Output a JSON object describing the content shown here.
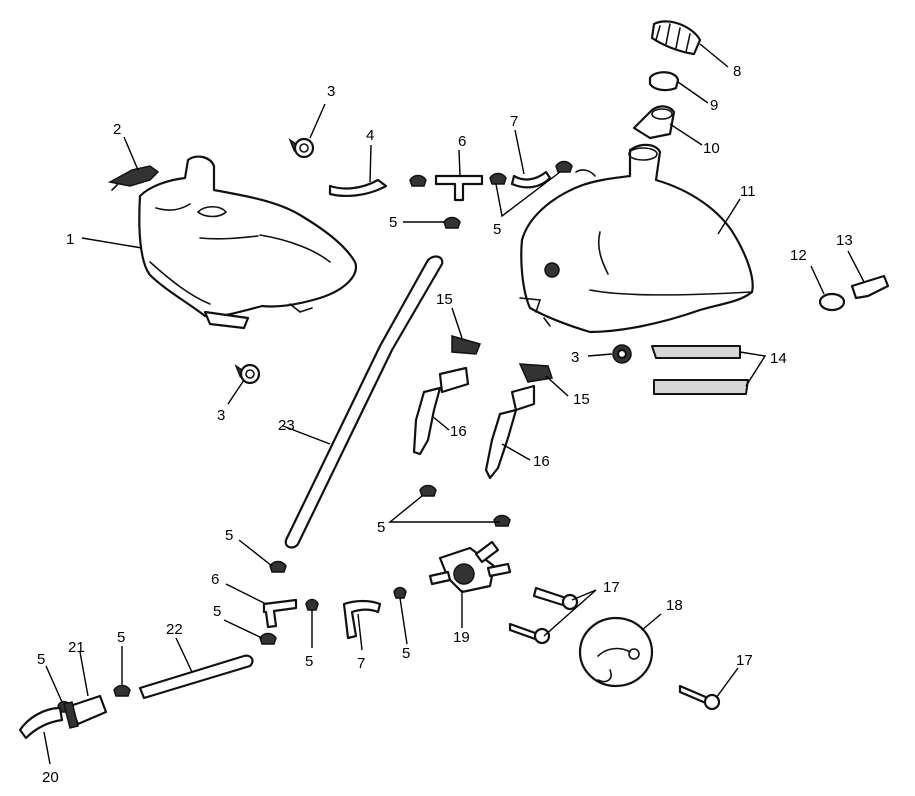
{
  "callouts": [
    {
      "id": "c1",
      "text": "1"
    },
    {
      "id": "c2",
      "text": "2"
    },
    {
      "id": "c3a",
      "text": "3"
    },
    {
      "id": "c3b",
      "text": "3"
    },
    {
      "id": "c3c",
      "text": "3"
    },
    {
      "id": "c4",
      "text": "4"
    },
    {
      "id": "c5a",
      "text": "5"
    },
    {
      "id": "c5b",
      "text": "5"
    },
    {
      "id": "c5c",
      "text": "5"
    },
    {
      "id": "c5d",
      "text": "5"
    },
    {
      "id": "c5e",
      "text": "5"
    },
    {
      "id": "c5f",
      "text": "5"
    },
    {
      "id": "c5g",
      "text": "5"
    },
    {
      "id": "c5h",
      "text": "5"
    },
    {
      "id": "c5i",
      "text": "5"
    },
    {
      "id": "c6a",
      "text": "6"
    },
    {
      "id": "c6b",
      "text": "6"
    },
    {
      "id": "c7a",
      "text": "7"
    },
    {
      "id": "c7b",
      "text": "7"
    },
    {
      "id": "c8",
      "text": "8"
    },
    {
      "id": "c9",
      "text": "9"
    },
    {
      "id": "c10",
      "text": "10"
    },
    {
      "id": "c11",
      "text": "11"
    },
    {
      "id": "c12",
      "text": "12"
    },
    {
      "id": "c13",
      "text": "13"
    },
    {
      "id": "c14",
      "text": "14"
    },
    {
      "id": "c15a",
      "text": "15"
    },
    {
      "id": "c15b",
      "text": "15"
    },
    {
      "id": "c16a",
      "text": "16"
    },
    {
      "id": "c16b",
      "text": "16"
    },
    {
      "id": "c17a",
      "text": "17"
    },
    {
      "id": "c17b",
      "text": "17"
    },
    {
      "id": "c18",
      "text": "18"
    },
    {
      "id": "c19",
      "text": "19"
    },
    {
      "id": "c20",
      "text": "20"
    },
    {
      "id": "c21",
      "text": "21"
    },
    {
      "id": "c22",
      "text": "22"
    },
    {
      "id": "c23",
      "text": "23"
    }
  ]
}
